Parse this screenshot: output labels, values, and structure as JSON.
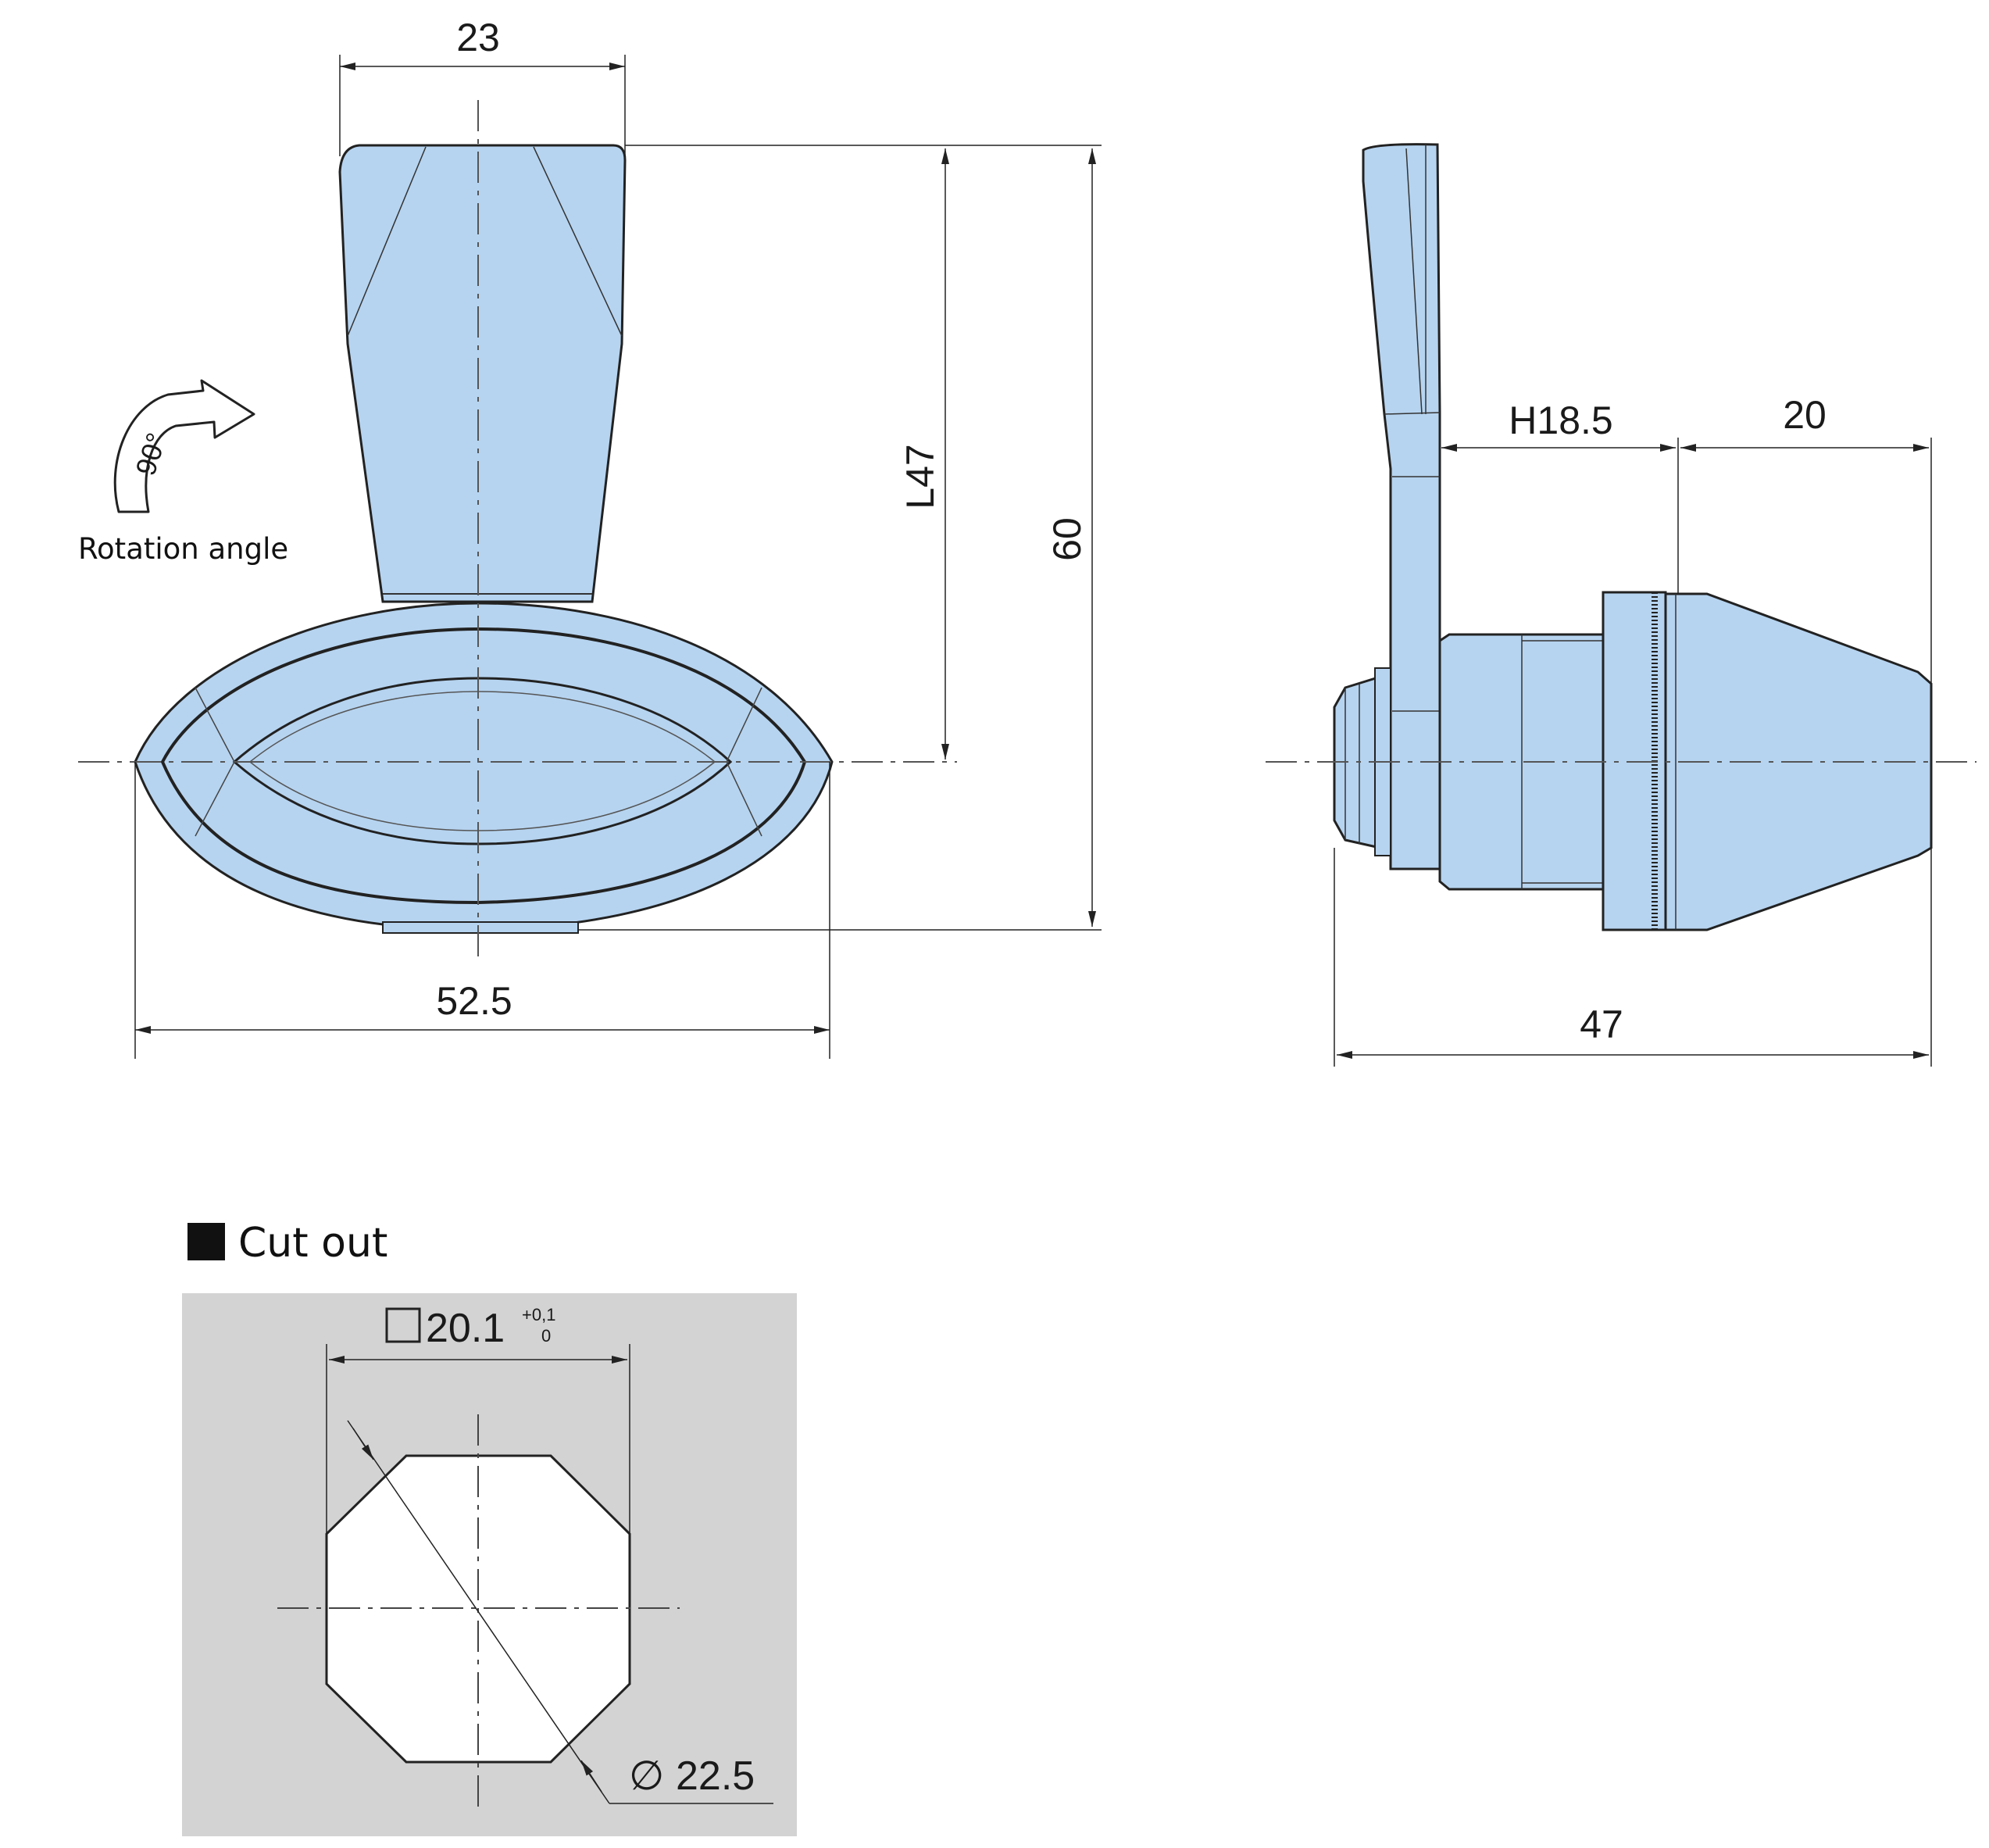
{
  "front_view": {
    "width_top": "23",
    "width_bottom": "52.5",
    "lever_length": "L47",
    "total_height": "60"
  },
  "rotation": {
    "angle": "90°",
    "caption": "Rotation angle"
  },
  "side_view": {
    "handle_height": "H18.5",
    "body_length": "20",
    "total_length": "47"
  },
  "cutout": {
    "section_title": "Cut out",
    "square_size": "20.1",
    "tolerance_upper": "+0,1",
    "tolerance_lower": "0",
    "diameter": "22.5",
    "diameter_symbol": "∅"
  },
  "colors": {
    "part_fill": "#b6d4f0",
    "outline": "#222222",
    "panel_fill": "#d3d3d3",
    "centerline": "#555555"
  }
}
